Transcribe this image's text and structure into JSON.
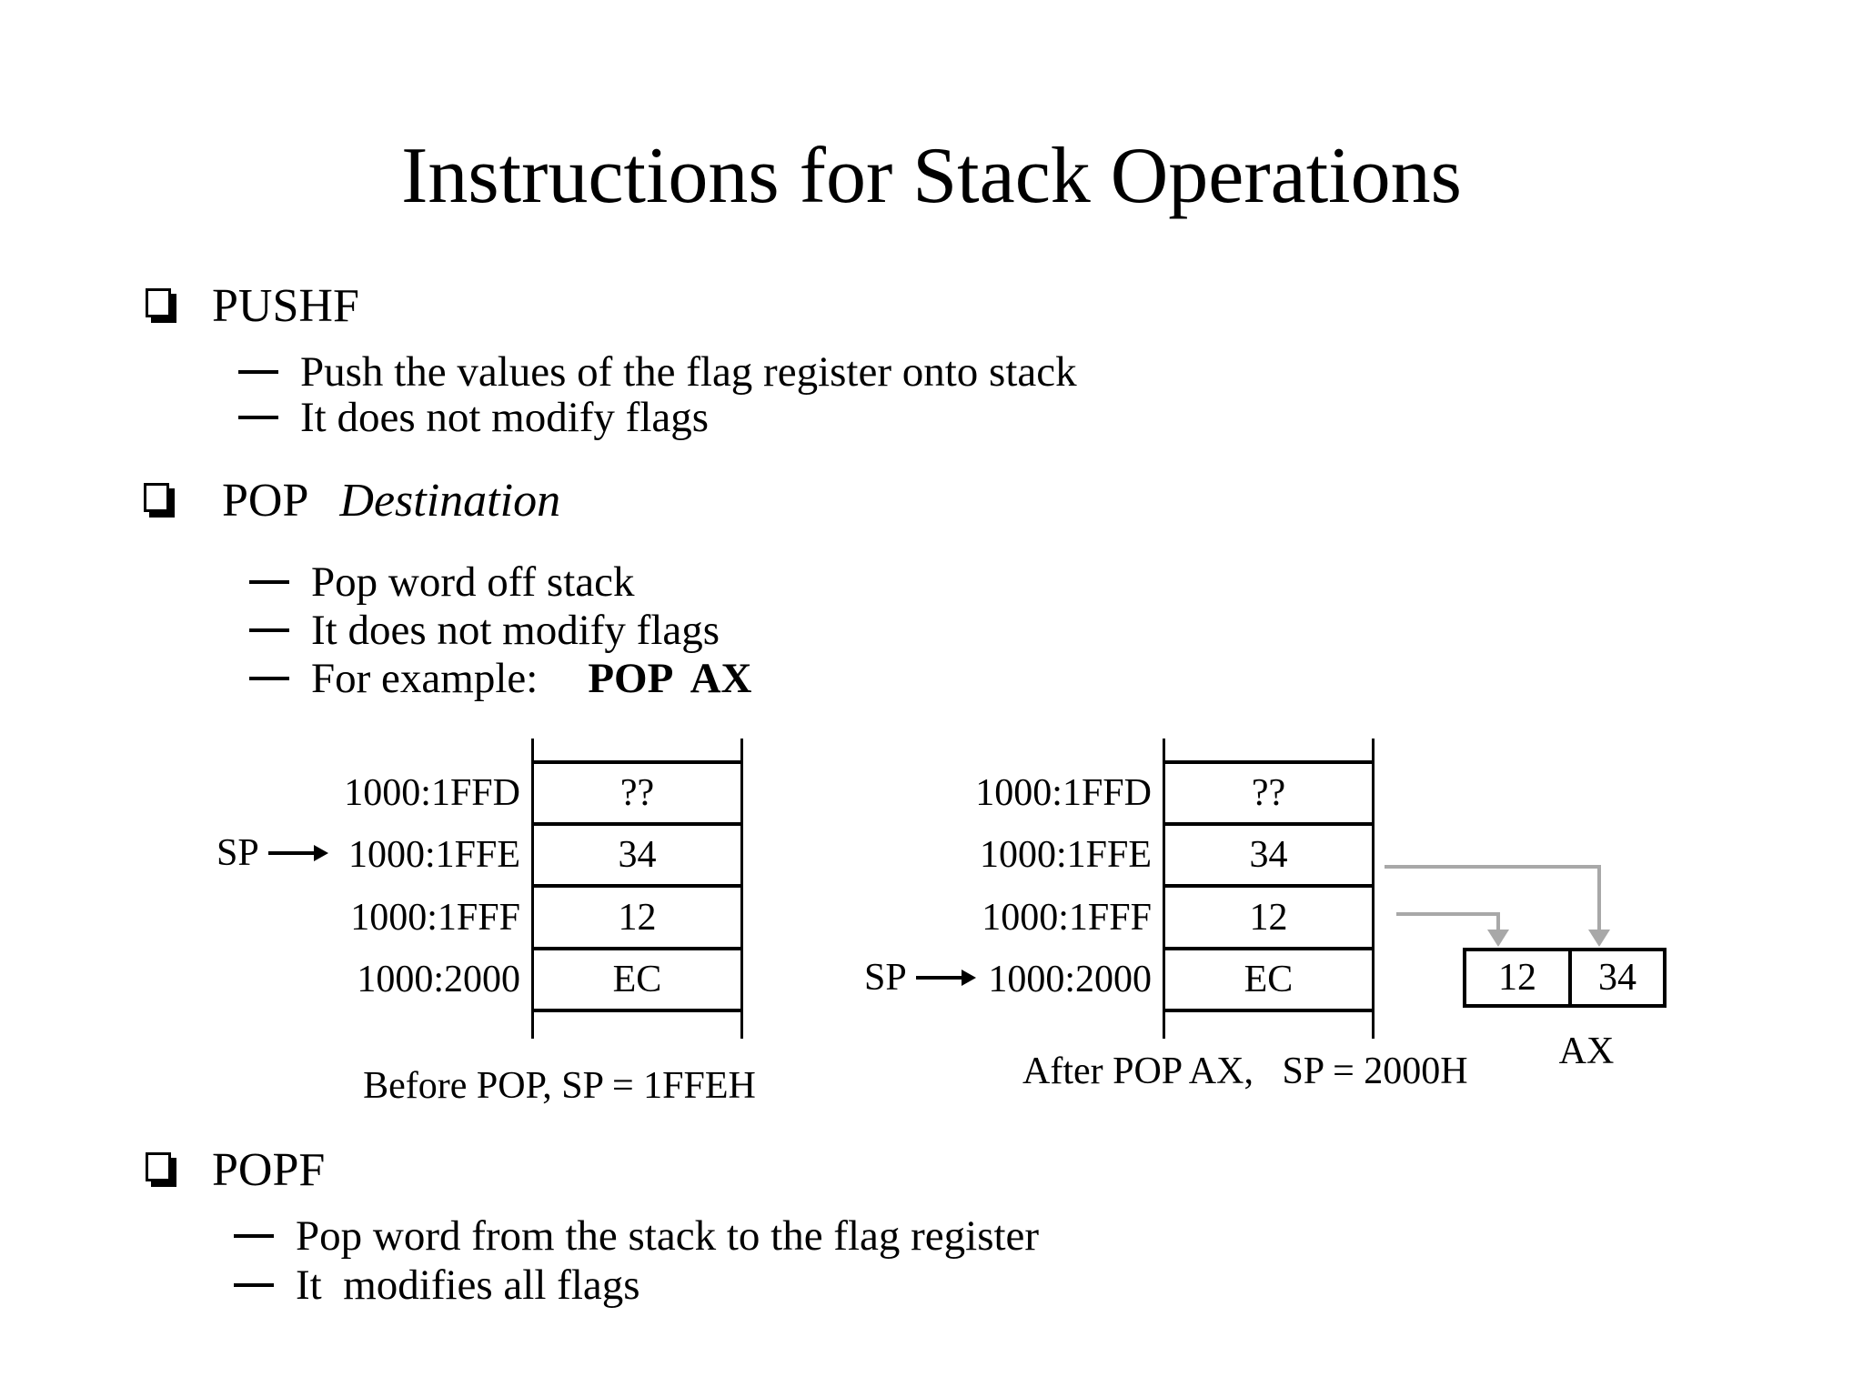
{
  "title": "Instructions for Stack Operations",
  "colors": {
    "ink": "#000000",
    "arrow_gray": "#a8a8a8",
    "background": "#ffffff"
  },
  "icons": {
    "square_bullet": "shadowed white square ❑ (CSS box + offset shadow)",
    "dash_bullet": "— (CSS bar)",
    "sp_pointer": "→ solid right arrow (CSS line + triangle)",
    "transfer_arrow": "gray elbow arrow down (CSS bars + triangle)"
  },
  "sections": {
    "pushf": {
      "label": "PUSHF",
      "items": [
        "Push the values of the flag register onto stack",
        "It does not modify flags"
      ]
    },
    "pop": {
      "keyword": "POP",
      "operand": "Destination",
      "items": [
        "Pop word off stack",
        "It does not modify flags"
      ],
      "example_prefix": "For example:",
      "example_code": "POP  AX"
    },
    "popf": {
      "label": "POPF",
      "items": [
        "Pop word from the stack to the flag register",
        "It  modifies all flags"
      ]
    }
  },
  "diagram": {
    "stacks": [
      {
        "id": "before-pop",
        "sp_label": "SP",
        "sp_points_to": "1000:1FFE",
        "rows": [
          {
            "addr": "1000:1FFD",
            "value": "??"
          },
          {
            "addr": "1000:1FFE",
            "value": "34"
          },
          {
            "addr": "1000:1FFF",
            "value": "12"
          },
          {
            "addr": "1000:2000",
            "value": "EC"
          }
        ],
        "caption": "Before POP, SP = 1FFEH"
      },
      {
        "id": "after-pop",
        "sp_label": "SP",
        "sp_points_to": "1000:2000",
        "rows": [
          {
            "addr": "1000:1FFD",
            "value": "??"
          },
          {
            "addr": "1000:1FFE",
            "value": "34"
          },
          {
            "addr": "1000:1FFF",
            "value": "12"
          },
          {
            "addr": "1000:2000",
            "value": "EC"
          }
        ],
        "caption": "After POP AX,   SP = 2000H"
      }
    ],
    "register": {
      "name": "AX",
      "high": "12",
      "low": "34"
    }
  }
}
